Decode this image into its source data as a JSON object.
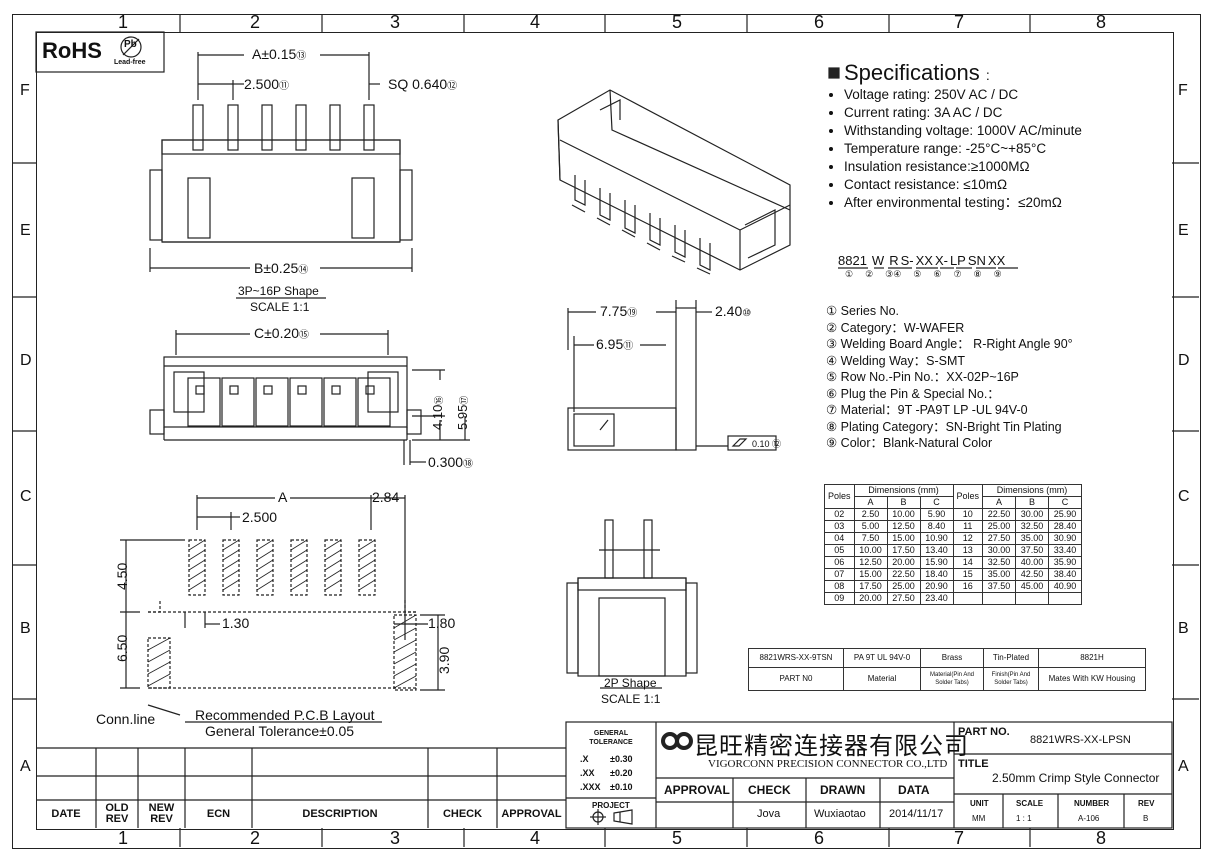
{
  "zones": {
    "columns": [
      "1",
      "2",
      "3",
      "4",
      "5",
      "6",
      "7",
      "8"
    ],
    "rows": [
      "F",
      "E",
      "D",
      "C",
      "B",
      "A"
    ]
  },
  "rohs": {
    "label": "RoHS",
    "pb": "Pb",
    "leadfree": "Lead-free"
  },
  "top_view": {
    "dim_a": "A±0.15",
    "dim_a_note": "⑬",
    "dim_pitch": "2.500",
    "dim_pitch_note": "⑪",
    "dim_sq": "SQ 0.640",
    "dim_sq_note": "⑫",
    "dim_b": "B±0.25",
    "dim_b_note": "⑭",
    "shape_label": "3P~16P Shape",
    "scale": "SCALE 1:1"
  },
  "front_view": {
    "dim_c": "C±0.20",
    "dim_c_note": "⑮",
    "dim_410": "4.10",
    "dim_410_note": "⑯",
    "dim_595": "5.95",
    "dim_595_note": "⑰",
    "dim_030": "0.300",
    "dim_030_note": "⑱"
  },
  "pcb": {
    "dim_a": "A",
    "dim_284": "2.84",
    "dim_pitch": "2.500",
    "dim_450": "4.50",
    "dim_650": "6.50",
    "dim_130": "1.30",
    "dim_180": "1.80",
    "dim_390": "3.90",
    "conn_line": "Conn.line",
    "title": "Recommended P.C.B Layout",
    "tolerance": "General Tolerance±0.05"
  },
  "side_view": {
    "dim_775": "7.75",
    "dim_775_note": "⑲",
    "dim_695": "6.95",
    "dim_695_note": "⑪",
    "dim_240": "2.40",
    "dim_240_note": "⑩",
    "flatness": "0.10",
    "flatness_note": "⑫"
  },
  "shape_2p": {
    "label": "2P Shape",
    "scale": "SCALE 1:1"
  },
  "specifications": {
    "title": "Specifications",
    "title_suffix": ":",
    "items": [
      "Voltage rating: 250V AC / DC",
      "Current rating: 3A  AC / DC",
      "Withstanding voltage: 1000V AC/minute",
      "Temperature range: -25°C~+85°C",
      "Insulation resistance:≥1000MΩ",
      "Contact resistance: ≤10mΩ",
      "After environmental testing：≤20mΩ"
    ]
  },
  "part_code": {
    "segments": [
      "8821",
      "W",
      "R",
      "S-",
      "XX",
      "X-",
      "LP",
      "SN",
      "XX"
    ],
    "numbers": [
      "①",
      "②",
      "③④",
      "⑤",
      "⑥",
      "⑦",
      "⑧",
      "⑨"
    ]
  },
  "legend": [
    "① Series No.",
    "② Category：W-WAFER",
    "③ Welding Board Angle： R-Right Angle 90°",
    "④ Welding Way：S-SMT",
    "⑤ Row No.-Pin No.：XX-02P~16P",
    "⑥ Plug the Pin & Special No.：",
    "⑦ Material：9T -PA9T     LP -UL 94V-0",
    "⑧ Plating Category：SN-Bright Tin Plating",
    "⑨ Color：Blank-Natural Color"
  ],
  "dim_table": {
    "header_poles": "Poles",
    "header_dims": "Dimensions (mm)",
    "cols": [
      "A",
      "B",
      "C"
    ],
    "left": [
      [
        "02",
        "2.50",
        "10.00",
        "5.90"
      ],
      [
        "03",
        "5.00",
        "12.50",
        "8.40"
      ],
      [
        "04",
        "7.50",
        "15.00",
        "10.90"
      ],
      [
        "05",
        "10.00",
        "17.50",
        "13.40"
      ],
      [
        "06",
        "12.50",
        "20.00",
        "15.90"
      ],
      [
        "07",
        "15.00",
        "22.50",
        "18.40"
      ],
      [
        "08",
        "17.50",
        "25.00",
        "20.90"
      ],
      [
        "09",
        "20.00",
        "27.50",
        "23.40"
      ]
    ],
    "right": [
      [
        "10",
        "22.50",
        "30.00",
        "25.90"
      ],
      [
        "11",
        "25.00",
        "32.50",
        "28.40"
      ],
      [
        "12",
        "27.50",
        "35.00",
        "30.90"
      ],
      [
        "13",
        "30.00",
        "37.50",
        "33.40"
      ],
      [
        "14",
        "32.50",
        "40.00",
        "35.90"
      ],
      [
        "15",
        "35.00",
        "42.50",
        "38.40"
      ],
      [
        "16",
        "37.50",
        "45.00",
        "40.90"
      ]
    ]
  },
  "part_table": {
    "row1": [
      "8821WRS-XX-9TSN",
      "PA 9T UL 94V-0",
      "Brass",
      "Tin-Plated",
      "8821H"
    ],
    "row2": [
      "PART N0",
      "Material",
      "Material(Pin And Solder Tabs)",
      "Finish(Pin And Solder Tabs)",
      "Mates With  KW Housing"
    ]
  },
  "title_block": {
    "gen_tol_title": "GENERAL TOLERANCE",
    "tolerances": [
      [
        ".X",
        "±0.30"
      ],
      [
        ".XX",
        "±0.20"
      ],
      [
        ".XXX",
        "±0.10"
      ]
    ],
    "project": "PROJECT",
    "company_cn": "昆旺精密连接器有限公司",
    "company_en": "VIGORCONN PRECISION CONNECTOR CO.,LTD",
    "approval_label": "APPROVAL",
    "check_label": "CHECK",
    "drawn_label": "DRAWN",
    "data_label": "DATA",
    "check_value": "Jova",
    "drawn_value": "Wuxiaotao",
    "data_value": "2014/11/17",
    "part_no_label": "PART NO.",
    "part_no_value": "8821WRS-XX-LPSN",
    "title_label": "TITLE",
    "title_value": "2.50mm Crimp Style Connector",
    "unit_label": "UNIT",
    "unit_value": "MM",
    "scale_label": "SCALE",
    "scale_value": "1 : 1",
    "number_label": "NUMBER",
    "number_value": "A-106",
    "rev_label": "REV",
    "rev_value": "B"
  },
  "revision_block": {
    "headers": [
      "DATE",
      "OLD REV",
      "NEW REV",
      "ECN",
      "DESCRIPTION",
      "CHECK",
      "APPROVAL"
    ]
  }
}
